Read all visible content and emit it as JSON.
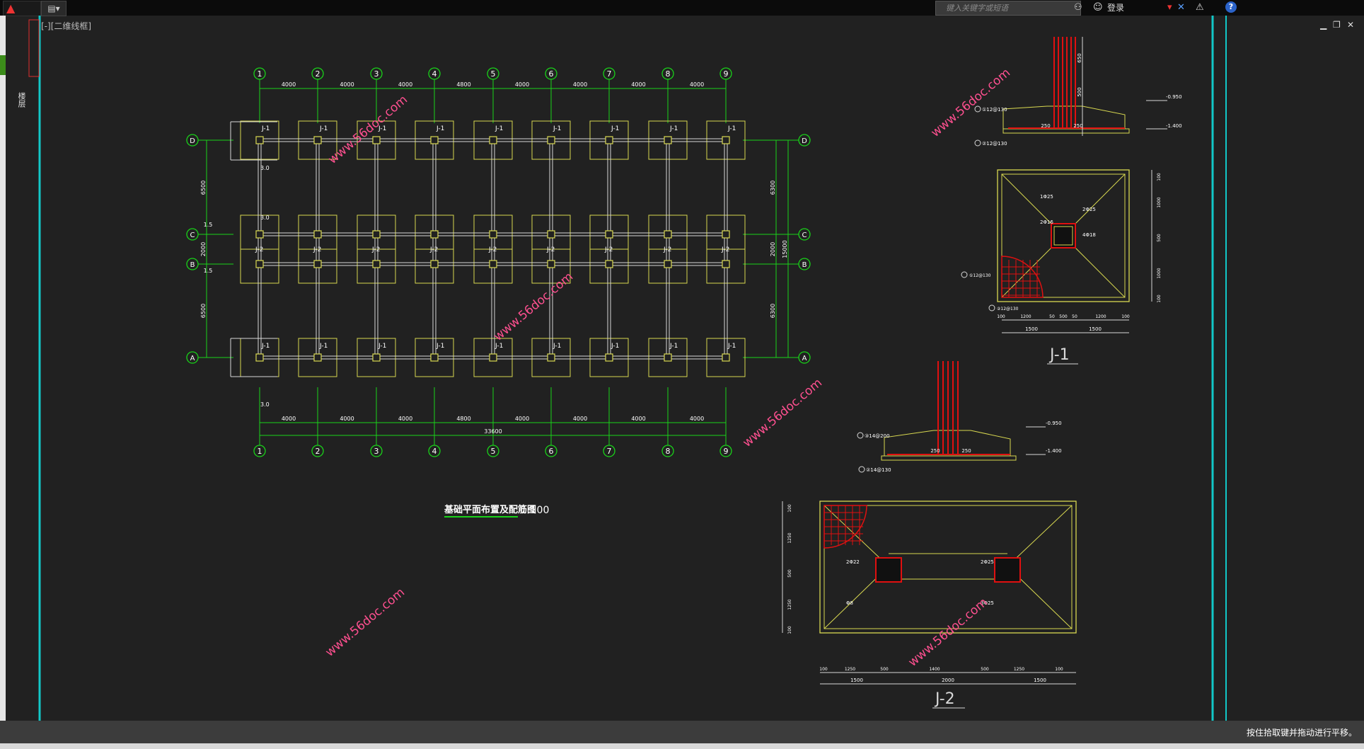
{
  "app": {
    "quick_access_label": "▾",
    "search_placeholder": "键入关键字或短语",
    "login_label": "登录",
    "help_label": "?",
    "drawing_title": "[-][二维线框]",
    "left_panel_label": "楼层",
    "status_text": "按住拾取键并拖动进行平移。"
  },
  "colors": {
    "background": "#212121",
    "grid_green": "#19d219",
    "footing_yellow": "#d8d850",
    "beam_white": "#d8d8d8",
    "rebar_red": "#e01010",
    "frame_cyan": "#12c8c8",
    "watermark_pink": "#ff5090"
  },
  "plan": {
    "axis_numbers": [
      "1",
      "2",
      "3",
      "4",
      "5",
      "6",
      "7",
      "8",
      "9"
    ],
    "axis_letters": [
      "D",
      "C",
      "B",
      "A"
    ],
    "spans": [
      "4000",
      "4000",
      "4000",
      "4800",
      "4000",
      "4000",
      "4000",
      "4000"
    ],
    "total_length": "33600",
    "left_dims": [
      "6500",
      "1.5",
      "2000",
      "1.5",
      "6500"
    ],
    "right_dims": [
      "6300",
      "2000",
      "15000",
      "6300"
    ],
    "offset_marks": [
      "3.0",
      "3.0",
      "3.0"
    ],
    "j1_label": "J-1",
    "j2_label": "J-2",
    "title": "基础平面布置及配筋图",
    "scale": "1:100"
  },
  "j1": {
    "title": "J-1",
    "elev_top": "-0.950",
    "elev_bottom": "-1.400",
    "height_dims": [
      "650",
      "500"
    ],
    "base_dims": [
      "250",
      "250"
    ],
    "rebar_notes": [
      "①12@130",
      "②12@130"
    ],
    "bottom_dims": [
      "100",
      "1200",
      "50",
      "500",
      "50",
      "1200",
      "100"
    ],
    "totals": [
      "1500",
      "1500"
    ],
    "side_dims": [
      "100",
      "1000",
      "500",
      "1000",
      "100"
    ],
    "plan_notes": [
      "1Φ25",
      "2Φ25",
      "2Φ16",
      "4Φ18"
    ]
  },
  "j2": {
    "title": "J-2",
    "elev_top": "-0.950",
    "elev_bottom": "-1.400",
    "rebar_notes": [
      "③14@200",
      "②14@130"
    ],
    "base_dims": [
      "250",
      "250"
    ],
    "bottom_dims": [
      "100",
      "1250",
      "500",
      "1400",
      "500",
      "1250",
      "100"
    ],
    "totals": [
      "1500",
      "2000",
      "1500"
    ],
    "side_dims": [
      "100",
      "1250",
      "500",
      "1250",
      "100"
    ],
    "plan_notes": [
      "2Φ22",
      "2Φ25",
      "Φ8",
      "3Φ25"
    ]
  },
  "watermark": "www.56doc.com"
}
